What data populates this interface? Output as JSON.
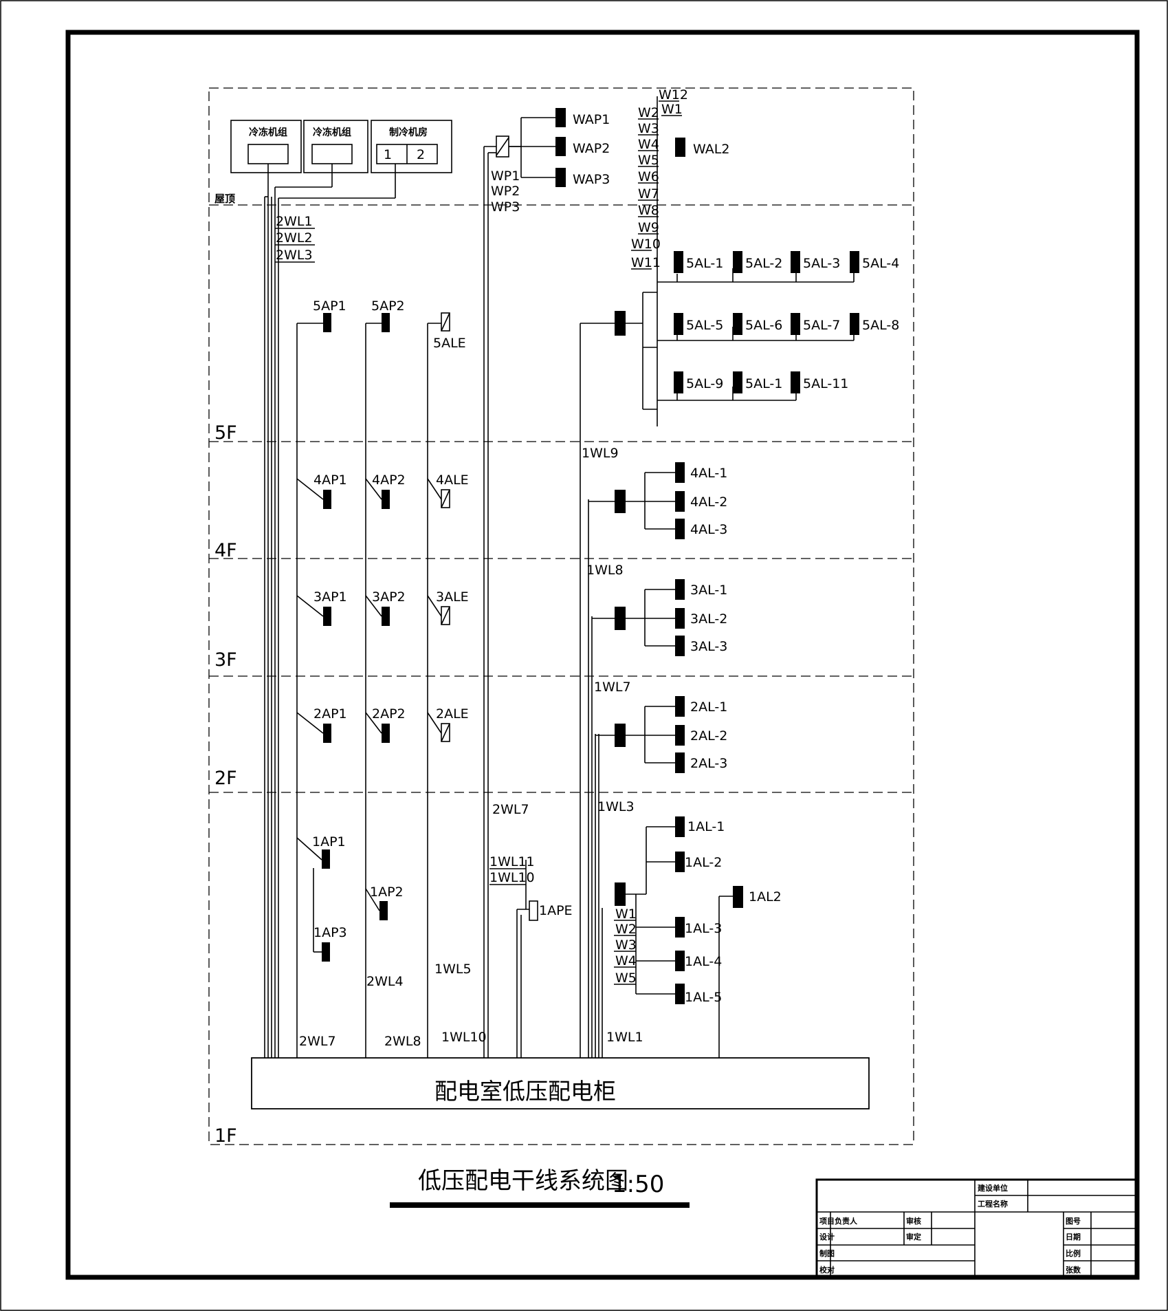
{
  "title": "低压配电干线系统图",
  "scale": "1:50",
  "cabinet": "配电室低压配电柜",
  "floors": [
    "5F",
    "4F",
    "3F",
    "2F",
    "1F"
  ],
  "roof": {
    "label": "屋顶",
    "chillers": [
      "冷冻机组",
      "冷冻机组",
      "制冷机房"
    ],
    "chiller_ports": [
      "1",
      "2"
    ]
  },
  "feeders": {
    "roof": [
      "2WL1",
      "2WL2",
      "2WL3"
    ],
    "wp": [
      "WP1",
      "WP2",
      "WP3"
    ],
    "w_top": [
      "W12",
      "W1",
      "W2",
      "W3",
      "W4",
      "W5",
      "W6",
      "W7",
      "W8",
      "W9",
      "W10",
      "W11"
    ],
    "light": [
      "1WL9",
      "1WL8",
      "1WL7",
      "1WL3",
      "1WL1"
    ],
    "bottom": [
      "2WL7",
      "2WL8",
      "1WL10",
      "2WL4",
      "1WL5",
      "2WL7",
      "1WL11",
      "1WL10"
    ],
    "w_first": [
      "W1",
      "W2",
      "W3",
      "W4",
      "W5"
    ]
  },
  "panels": {
    "wap": [
      "WAP1",
      "WAP2",
      "WAP3"
    ],
    "wal": "WAL2",
    "f5_ap": [
      "5AP1",
      "5AP2",
      "5ALE"
    ],
    "f4_ap": [
      "4AP1",
      "4AP2",
      "4ALE"
    ],
    "f3_ap": [
      "3AP1",
      "3AP2",
      "3ALE"
    ],
    "f2_ap": [
      "2AP1",
      "2AP2",
      "2ALE"
    ],
    "f1_ap": [
      "1AP1",
      "1AP2",
      "1AP3",
      "1APE"
    ],
    "f5_al": [
      "5AL-1",
      "5AL-2",
      "5AL-3",
      "5AL-4",
      "5AL-5",
      "5AL-6",
      "5AL-7",
      "5AL-8",
      "5AL-9",
      "5AL-1",
      "5AL-11"
    ],
    "f4_al": [
      "4AL-1",
      "4AL-2",
      "4AL-3"
    ],
    "f3_al": [
      "3AL-1",
      "3AL-2",
      "3AL-3"
    ],
    "f2_al": [
      "2AL-1",
      "2AL-2",
      "2AL-3"
    ],
    "f1_al": [
      "1AL-1",
      "1AL-2",
      "1AL-3",
      "1AL-4",
      "1AL-5"
    ],
    "f1_al2": "1AL2"
  },
  "title_block": {
    "top": [
      "建设单位",
      "工程名称"
    ],
    "left": [
      "项目负责人",
      "设计",
      "制图",
      "校对"
    ],
    "mid": [
      "审核",
      "审定"
    ],
    "right": [
      "图号",
      "日期",
      "比例",
      "张数"
    ]
  }
}
